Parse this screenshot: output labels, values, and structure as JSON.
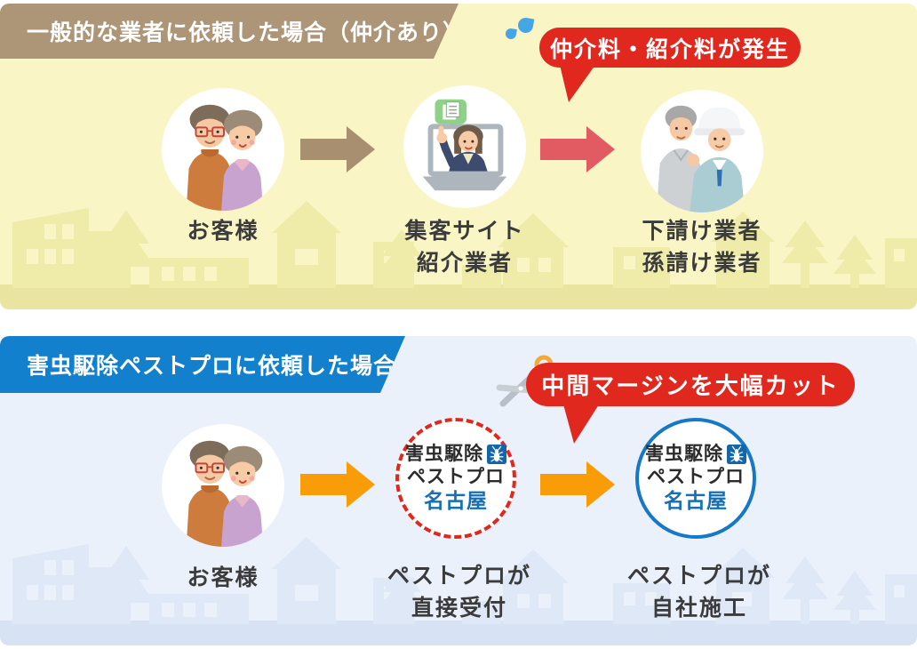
{
  "sections": {
    "general": {
      "header": "一般的な業者に依頼した場合（仲介あり）",
      "badge": "仲介料・紹介料が発生",
      "nodes": [
        {
          "label": "お客様"
        },
        {
          "label": "集客サイト\n紹介業者"
        },
        {
          "label": "下請け業者\n孫請け業者"
        }
      ]
    },
    "pestpro": {
      "header": "害虫駆除ペストプロに依頼した場合",
      "badge": "中間マージンを大幅カット",
      "nodes": [
        {
          "label": "お客様"
        },
        {
          "label": "ペストプロが\n直接受付",
          "logo": {
            "line1": "害虫駆除",
            "line2": "ペストプロ",
            "line3": "名古屋"
          }
        },
        {
          "label": "ペストプロが\n自社施工",
          "logo": {
            "line1": "害虫駆除",
            "line2": "ペストプロ",
            "line3": "名古屋"
          }
        }
      ]
    }
  },
  "icons": {
    "scissors": "✂",
    "sweat_drops": "water-drops",
    "pest_bug": "cockroach",
    "arrow_right": "→"
  },
  "colors": {
    "general_banner": "#AD9577",
    "general_bg": "#F9F5C5",
    "general_silhouette": "#EFEBA9",
    "general_arrow": "#A78F70",
    "broker_arrow": "#E25A62",
    "badge_red": "#E0281E",
    "pestpro_banner": "#1380CE",
    "pestpro_bg": "#EAF1FA",
    "pestpro_silhouette": "#DEE8F7",
    "pestpro_arrow": "#F89C07",
    "logo_blue": "#1566A9",
    "nagoya_blue": "#166FB4",
    "label_dark": "#3B3B3B"
  }
}
